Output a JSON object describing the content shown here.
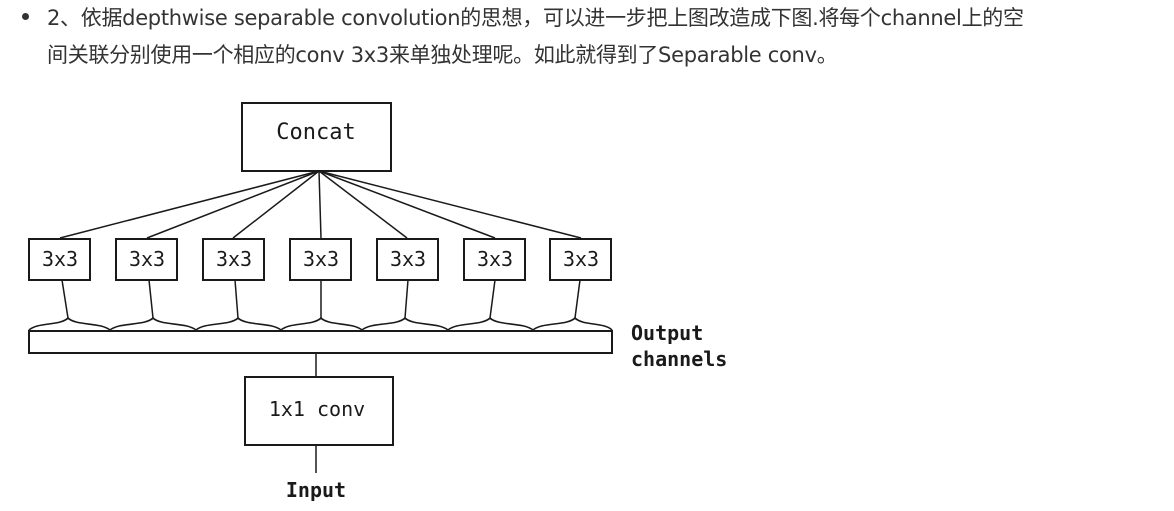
{
  "paragraph": {
    "line1": "2、依据depthwise separable convolution的思想，可以进一步把上图改造成下图.将每个channel上的空",
    "line2": "间关联分别使用一个相应的conv 3x3来单独处理呢。如此就得到了Separable conv。"
  },
  "diagram": {
    "concat_label": "Concat",
    "conv3_labels": [
      "3x3",
      "3x3",
      "3x3",
      "3x3",
      "3x3",
      "3x3",
      "3x3"
    ],
    "output_label_line1": "Output",
    "output_label_line2": "channels",
    "conv1_label": "1x1 conv",
    "input_label": "Input"
  }
}
